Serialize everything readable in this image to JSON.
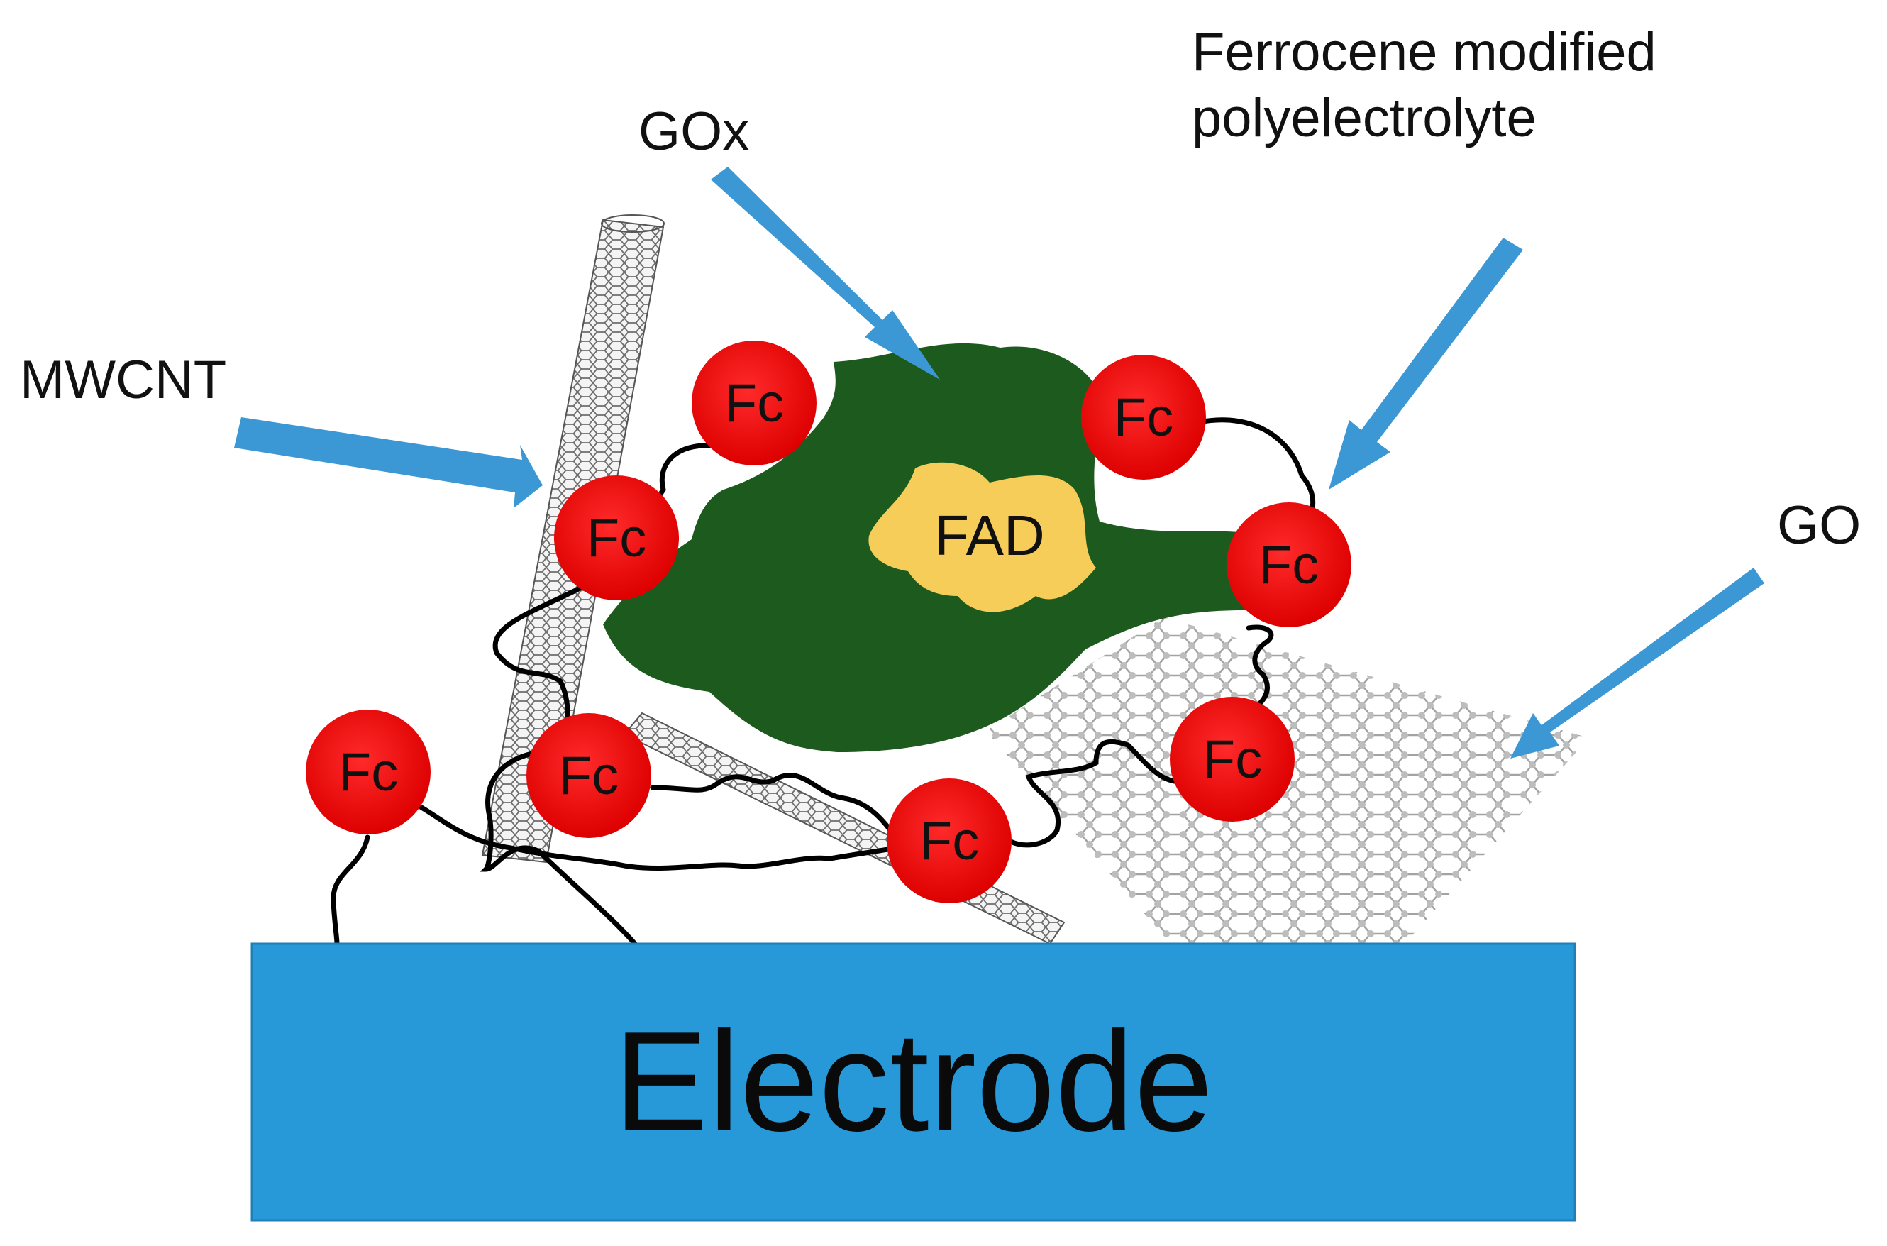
{
  "labels": {
    "mwcnt": "MWCNT",
    "gox": "GOx",
    "ferrocene_line1": "Ferrocene modified",
    "ferrocene_line2": "polyelectrolyte",
    "go": "GO",
    "fad": "FAD",
    "electrode": "Electrode"
  },
  "fc_label": "Fc",
  "colors": {
    "electrode": "#2799d8",
    "arrow": "#3b98d4",
    "enzyme": "#1d5a1d",
    "fad": "#f7cd5a",
    "ferrocene": "#ee0000",
    "polymer": "#000000",
    "nanotube": "#6e6e6e",
    "graphene_oxide": "#9a9a9a"
  }
}
